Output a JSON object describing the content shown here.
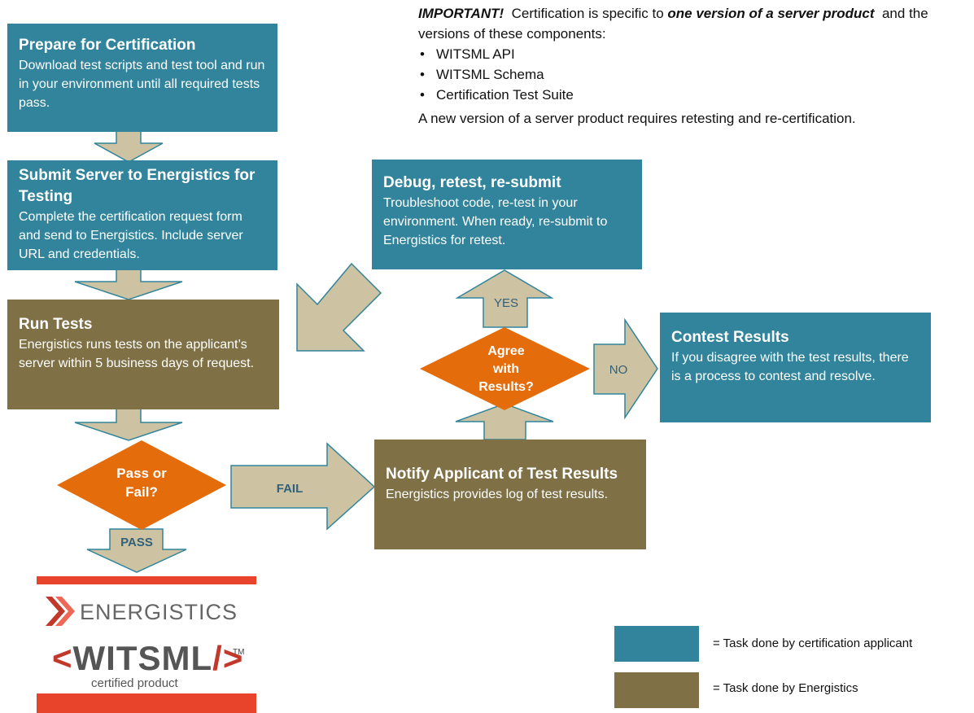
{
  "boxes": {
    "prepare": {
      "title": "Prepare for Certification",
      "body": "Download test scripts and test tool and run in your environment until all required tests pass."
    },
    "submit": {
      "title": "Submit Server  to Energistics for Testing",
      "body": "Complete the certification request form and send to Energistics. Include server URL and credentials."
    },
    "run": {
      "title": "Run Tests",
      "body": "Energistics runs tests  on the applicant’s server within 5 business days of request."
    },
    "notify": {
      "title": "Notify Applicant of Test Results",
      "body": "Energistics provides  log of test results."
    },
    "debug": {
      "title": "Debug, retest, re-submit",
      "body": "Troubleshoot code, re-test in your environment. When ready, re-submit to Energistics for retest."
    },
    "contest": {
      "title": "Contest Results",
      "body": "If you disagree with the test results, there is a process  to contest and resolve."
    }
  },
  "decisions": {
    "pass_fail": "Pass or Fail?",
    "agree": "Agree with Results?"
  },
  "arrow_labels": {
    "fail": "FAIL",
    "pass": "PASS",
    "yes": "YES",
    "no": "NO"
  },
  "note": {
    "lead": "IMPORTANT!",
    "part1": "  Certification is specific to ",
    "emphasis": "one version of a server product",
    "part2": "  and the versions of these components:",
    "items": [
      "WITSML API",
      "WITSML Schema",
      "Certification Test Suite"
    ],
    "footer": "A new version of a server product requires retesting and re-certification."
  },
  "legend": [
    {
      "color": "#31849b",
      "label": "= Task done by certification applicant"
    },
    {
      "color": "#7f7045",
      "label": "= Task done by Energistics"
    }
  ],
  "logo": {
    "energistics": "ENERGISTICS",
    "witsml_open": "<",
    "witsml": "WITSML",
    "witsml_close": "/>",
    "tm": "TM",
    "certified": "certified product"
  },
  "colors": {
    "applicant": "#31849b",
    "energistics": "#7f7045",
    "decision": "#e46c0a",
    "arrow_fill": "#cdc3a2",
    "arrow_stroke": "#31849b",
    "logo_bar": "#e8432b"
  }
}
